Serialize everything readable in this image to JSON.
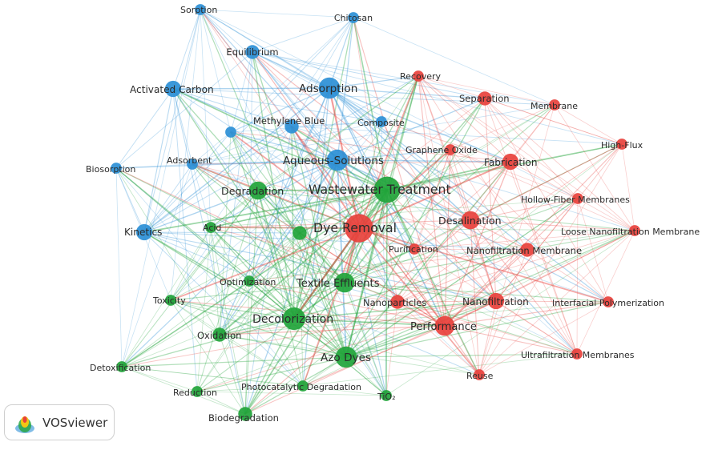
{
  "colors": {
    "blue": "#2b8fd6",
    "green": "#21a43a",
    "red": "#e8413c"
  },
  "badge": {
    "label": "VOSviewer",
    "icon": "vosviewer-logo"
  },
  "nodes": [
    {
      "id": "sorption",
      "label": "Sorption",
      "c": "blue",
      "w": 1
    },
    {
      "id": "chitosan",
      "label": "Chitosan",
      "c": "blue",
      "w": 1
    },
    {
      "id": "equilibrium",
      "label": "Equilibrium",
      "c": "blue",
      "w": 2
    },
    {
      "id": "activated_carbon",
      "label": "Activated Carbon",
      "c": "blue",
      "w": 3
    },
    {
      "id": "adsorption",
      "label": "Adsorption",
      "c": "blue",
      "w": 6
    },
    {
      "id": "methylene_blue",
      "label": "Methylene Blue",
      "c": "blue",
      "w": 2
    },
    {
      "id": "composite",
      "label": "Composite",
      "c": "blue",
      "w": 1
    },
    {
      "id": "blue_unl",
      "label": "",
      "c": "blue",
      "w": 1
    },
    {
      "id": "adsorbent",
      "label": "Adsorbent",
      "c": "blue",
      "w": 1
    },
    {
      "id": "biosorption",
      "label": "Biosorption",
      "c": "blue",
      "w": 1
    },
    {
      "id": "aqueous_solutions",
      "label": "Aqueous-Solutions",
      "c": "blue",
      "w": 6
    },
    {
      "id": "kinetics",
      "label": "Kinetics",
      "c": "blue",
      "w": 3
    },
    {
      "id": "degradation",
      "label": "Degradation",
      "c": "green",
      "w": 4
    },
    {
      "id": "wastewater_treatment",
      "label": "Wastewater Treatment",
      "c": "green",
      "w": 10
    },
    {
      "id": "acid",
      "label": "Acid",
      "c": "green",
      "w": 1
    },
    {
      "id": "green_unl",
      "label": "",
      "c": "green",
      "w": 2
    },
    {
      "id": "optimization",
      "label": "Optimization",
      "c": "green",
      "w": 1
    },
    {
      "id": "textile_effluents",
      "label": "Textile Effluents",
      "c": "green",
      "w": 5
    },
    {
      "id": "toxicity",
      "label": "Toxicity",
      "c": "green",
      "w": 1
    },
    {
      "id": "decolorization",
      "label": "Decolorization",
      "c": "green",
      "w": 7
    },
    {
      "id": "oxidation",
      "label": "Oxidation",
      "c": "green",
      "w": 2
    },
    {
      "id": "azo_dyes",
      "label": "Azo Dyes",
      "c": "green",
      "w": 6
    },
    {
      "id": "detoxification",
      "label": "Detoxification",
      "c": "green",
      "w": 1
    },
    {
      "id": "reduction",
      "label": "Reduction",
      "c": "green",
      "w": 1
    },
    {
      "id": "photocatalytic_degradation",
      "label": "Photocatalytic Degradation",
      "c": "green",
      "w": 1
    },
    {
      "id": "tio2",
      "label": "TiO₂",
      "c": "green",
      "w": 1
    },
    {
      "id": "biodegradation",
      "label": "Biodegradation",
      "c": "green",
      "w": 2
    },
    {
      "id": "recovery",
      "label": "Recovery",
      "c": "red",
      "w": 1
    },
    {
      "id": "separation",
      "label": "Separation",
      "c": "red",
      "w": 2
    },
    {
      "id": "membrane",
      "label": "Membrane",
      "c": "red",
      "w": 1
    },
    {
      "id": "graphene_oxide",
      "label": "Graphene Oxide",
      "c": "red",
      "w": 1
    },
    {
      "id": "high_flux",
      "label": "High-Flux",
      "c": "red",
      "w": 1
    },
    {
      "id": "fabrication",
      "label": "Fabrication",
      "c": "red",
      "w": 3
    },
    {
      "id": "hollow_fiber",
      "label": "Hollow-Fiber Membranes",
      "c": "red",
      "w": 1
    },
    {
      "id": "dye_removal",
      "label": "Dye Removal",
      "c": "red",
      "w": 12
    },
    {
      "id": "desalination",
      "label": "Desalination",
      "c": "red",
      "w": 4
    },
    {
      "id": "loose_nf",
      "label": "Loose Nanofiltration Membrane",
      "c": "red",
      "w": 1
    },
    {
      "id": "purification",
      "label": "Purification",
      "c": "red",
      "w": 1
    },
    {
      "id": "nf_membrane",
      "label": "Nanofiltration Membrane",
      "c": "red",
      "w": 2
    },
    {
      "id": "nanoparticles",
      "label": "Nanoparticles",
      "c": "red",
      "w": 2
    },
    {
      "id": "nanofiltration",
      "label": "Nanofiltration",
      "c": "red",
      "w": 3
    },
    {
      "id": "interfacial_polymerization",
      "label": "Interfacial Polymerization",
      "c": "red",
      "w": 1
    },
    {
      "id": "performance",
      "label": "Performance",
      "c": "red",
      "w": 5
    },
    {
      "id": "ultrafiltration",
      "label": "Ultrafiltration Membranes",
      "c": "red",
      "w": 1
    },
    {
      "id": "reuse",
      "label": "Reuse",
      "c": "red",
      "w": 1
    }
  ]
}
